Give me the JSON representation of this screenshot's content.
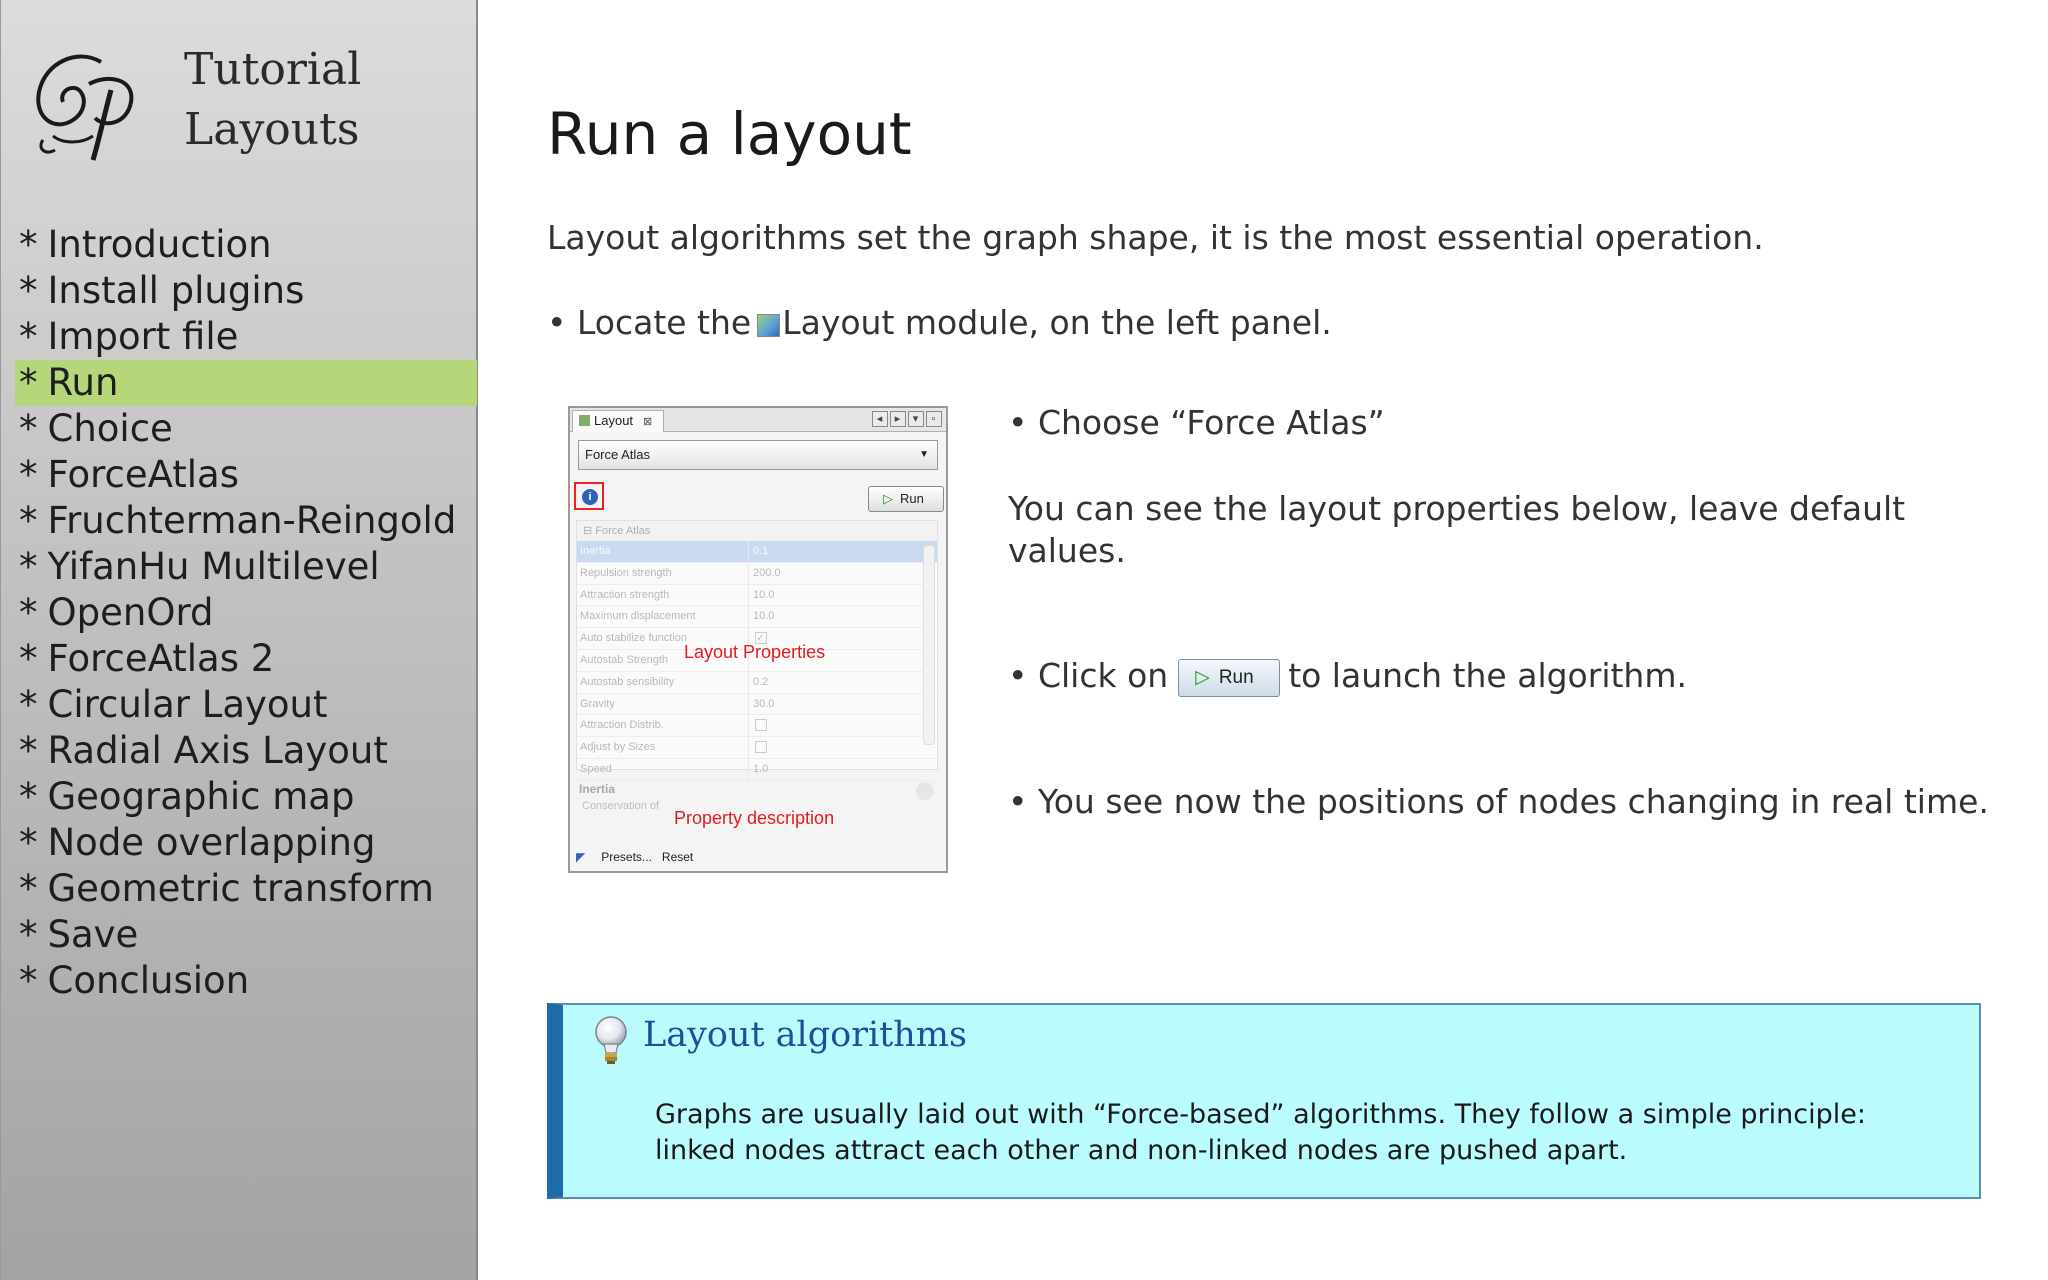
{
  "sidebar": {
    "title_line1": "Tutorial",
    "title_line2": "Layouts",
    "bullet": "*",
    "items": [
      {
        "label": "Introduction"
      },
      {
        "label": "Install plugins"
      },
      {
        "label": "Import file"
      },
      {
        "label": "Run",
        "active": true
      },
      {
        "label": "Choice"
      },
      {
        "label": "ForceAtlas"
      },
      {
        "label": "Fruchterman-Reingold"
      },
      {
        "label": "YifanHu Multilevel"
      },
      {
        "label": "OpenOrd"
      },
      {
        "label": "ForceAtlas 2"
      },
      {
        "label": "Circular Layout"
      },
      {
        "label": "Radial Axis Layout"
      },
      {
        "label": "Geographic map"
      },
      {
        "label": "Node overlapping"
      },
      {
        "label": "Geometric transform"
      },
      {
        "label": "Save"
      },
      {
        "label": "Conclusion"
      }
    ],
    "active_color": "#b5d77a"
  },
  "main": {
    "title": "Run a layout",
    "intro": "Layout algorithms set the graph shape, it is the most essential operation.",
    "locate_pre": "• Locate the",
    "locate_post": "Layout module, on the left panel.",
    "choose": "• Choose “Force Atlas”",
    "props_note": "You can see the layout properties below, leave default values.",
    "click_pre": "• Click on",
    "click_post": "to launch the algorithm.",
    "run_button": "Run",
    "positions": "• You see now the positions of nodes changing in real time."
  },
  "panel": {
    "tab_label": "Layout",
    "tab_close": "⊠",
    "select_value": "Force Atlas",
    "run_label": "Run",
    "group_label": "Force Atlas",
    "properties": [
      {
        "name": "Inertia",
        "value": "0.1",
        "selected": true
      },
      {
        "name": "Repulsion strength",
        "value": "200.0"
      },
      {
        "name": "Attraction strength",
        "value": "10.0"
      },
      {
        "name": "Maximum displacement",
        "value": "10.0"
      },
      {
        "name": "Auto stabilize function",
        "value": "",
        "checkbox": true,
        "checked": true
      },
      {
        "name": "Autostab Strength",
        "value": ""
      },
      {
        "name": "Autostab sensibility",
        "value": "0.2"
      },
      {
        "name": "Gravity",
        "value": "30.0"
      },
      {
        "name": "Attraction Distrib.",
        "value": "",
        "checkbox": true
      },
      {
        "name": "Adjust by Sizes",
        "value": "",
        "checkbox": true
      },
      {
        "name": "Speed",
        "value": "1.0"
      }
    ],
    "annotation_properties": "Layout Properties",
    "desc_title": "Inertia",
    "desc_text": "Conservation of",
    "annotation_description": "Property description",
    "presets_label": "Presets...",
    "reset_label": "Reset",
    "annotation_color": "#e21c1c"
  },
  "info_box": {
    "title": "Layout algorithms",
    "text": "Graphs are usually laid out with “Force-based” algorithms. They follow a simple principle: linked nodes attract each other and non-linked nodes are pushed apart.",
    "background": "#bafcfd",
    "accent": "#1f6aa8"
  }
}
